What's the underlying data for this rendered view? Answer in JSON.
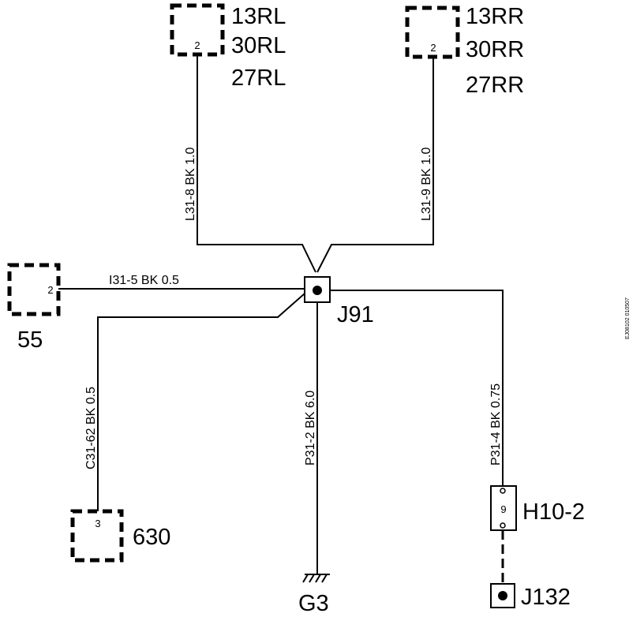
{
  "connectors": {
    "c13rl": {
      "pin": "2",
      "labels": [
        "13RL",
        "30RL",
        "27RL"
      ]
    },
    "c13rr": {
      "pin": "2",
      "labels": [
        "13RR",
        "30RR",
        "27RR"
      ]
    },
    "c55": {
      "pin": "2",
      "label": "55"
    },
    "c630": {
      "pin": "3",
      "label": "630"
    }
  },
  "junction": {
    "label": "J91"
  },
  "wires": {
    "left_vertical": "L31-8  BK  1.0",
    "right_vertical": "L31-9  BK  1.0",
    "horizontal": "I31-5  BK  0.5",
    "c630_wire": "C31-62  BK  0.5",
    "ground_wire": "P31-2  BK  6.0",
    "h10_wire": "P31-4  BK  0.75"
  },
  "ground": {
    "label": "G3"
  },
  "h10": {
    "pin": "9",
    "label": "H10-2"
  },
  "j132": {
    "label": "J132"
  },
  "side_code": "EJ08102 010507"
}
